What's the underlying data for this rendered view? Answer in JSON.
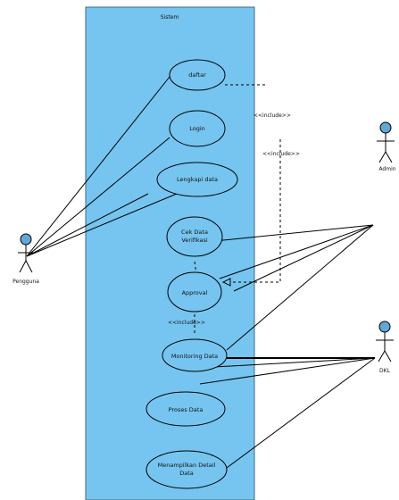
{
  "system": {
    "title": "Sistem",
    "fill": "#76c5f0",
    "stroke": "#3a6b88"
  },
  "actors": [
    {
      "id": "pengguna",
      "label": "Pengguna"
    },
    {
      "id": "admin",
      "label": "Admin"
    },
    {
      "id": "dkl",
      "label": "DKL"
    }
  ],
  "use_cases": [
    {
      "id": "daftar",
      "label": "daftar"
    },
    {
      "id": "login",
      "label": "Login"
    },
    {
      "id": "lengkapi",
      "label": "Lengkapi data"
    },
    {
      "id": "cek",
      "label": "Cek Data Verifikasi"
    },
    {
      "id": "approval",
      "label": "Approval"
    },
    {
      "id": "monitoring",
      "label": "Monitoring Data"
    },
    {
      "id": "proses",
      "label": "Proses Data"
    },
    {
      "id": "menampilkan",
      "label": "Menampilkan Detail Data"
    }
  ],
  "stereotypes": {
    "include_top": "<<include>>",
    "include_mid": "<<include>>",
    "include_bottom": "<<include>>"
  },
  "colors": {
    "actor_head": "#5fa8d8",
    "line": "#000000",
    "usecase_fill": "#76c5f0"
  }
}
